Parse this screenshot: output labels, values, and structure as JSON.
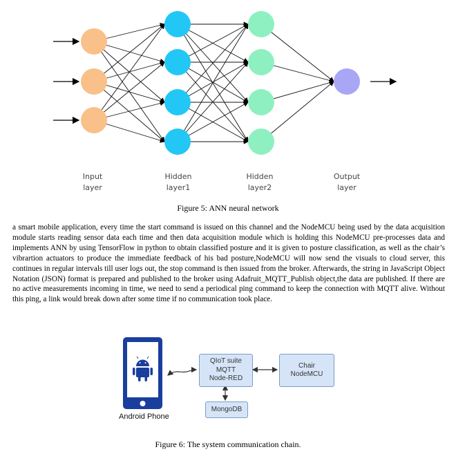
{
  "figure5": {
    "caption": "Figure 5: ANN neural network",
    "layers": [
      {
        "line1": "Input",
        "line2": "layer",
        "color": "#f9c08a",
        "nodes": 3
      },
      {
        "line1": "Hidden",
        "line2": "layer1",
        "color": "#22c7f5",
        "nodes": 4
      },
      {
        "line1": "Hidden",
        "line2": "layer2",
        "color": "#8ef0c0",
        "nodes": 4
      },
      {
        "line1": "Output",
        "line2": "layer",
        "color": "#a9a6f5",
        "nodes": 1
      }
    ]
  },
  "paragraph": "a smart mobile application, every time the start command is issued on this channel and the NodeMCU being used by the data acquisition module starts reading sensor data each time and then data acquisition module which is holding this NodeMCU pre-processes data and implements ANN by using TensorFlow in python to obtain classified posture and it is given to posture classification, as well as the chair’s vibrartion actuators to produce the immediate feedback of his bad posture,NodeMCU will now send the visuals to cloud server, this continues in regular intervals till user logs out, the stop command is then issued from the broker. Afterwards, the string in JavaScript Object Notation (JSON) format is prepared and published to the broker using Adafruit_MQTT_Publish object,the data are published. If there are no active measurements incoming in time, we need to send a periodical ping command to keep the connection with MQTT alive. Without this ping, a link would break down after some time if no communication took place.",
  "figure6": {
    "caption": "Figure 6: The system communication chain.",
    "phone_label": "Android Phone",
    "server_box": [
      "QIoT suite",
      "MQTT",
      "Node-RED"
    ],
    "chair_box": [
      "Chair",
      "NodeMCU"
    ],
    "db_box": "MongoDB",
    "phone_color": "#1a3e9e"
  }
}
